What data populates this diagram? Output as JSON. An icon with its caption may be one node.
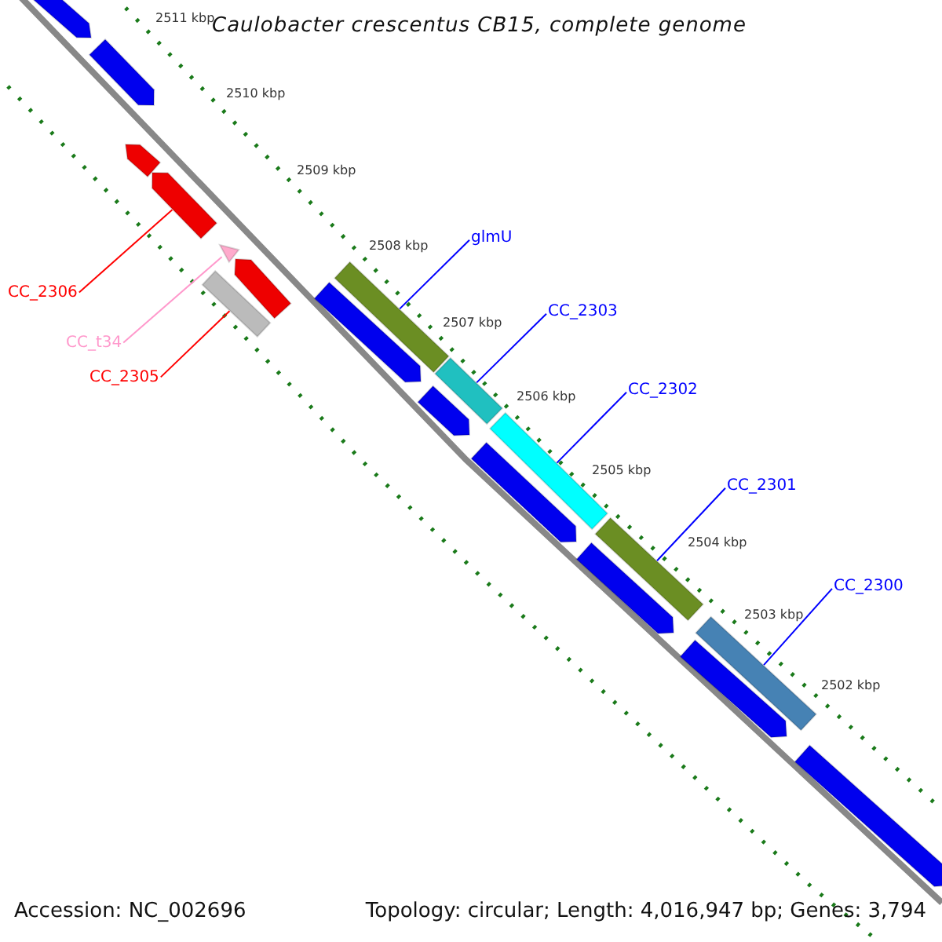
{
  "diagram": {
    "title": "Caulobacter crescentus CB15, complete genome",
    "nodes": [
      {
        "text": [
          "glmU"
        ]
      },
      {
        "text": [
          "CC_2303"
        ]
      },
      {
        "text": [
          "CC_2302"
        ]
      },
      {
        "text": [
          "CC_2301"
        ]
      },
      {
        "text": [
          "CC_2300"
        ]
      },
      {
        "text": [
          "CC_2306"
        ]
      },
      {
        "text": [
          "CC_t34"
        ]
      },
      {
        "text": [
          "CC_2305"
        ]
      },
      {
        "text": [],
        "shape": "bar"
      },
      {
        "text": [],
        "shape": "bar"
      },
      {
        "text": [],
        "shape": "bar"
      },
      {
        "text": [],
        "shape": "bar"
      },
      {
        "text": [],
        "shape": "bar"
      },
      {
        "text": [],
        "shape": "bar"
      },
      {
        "text": [],
        "shape": "bar"
      },
      {
        "text": [],
        "shape": "bar"
      }
    ],
    "edges": [
      {
        "from": 0,
        "to": 8,
        "arrow": "none"
      },
      {
        "from": 1,
        "to": 9,
        "arrow": "none"
      },
      {
        "from": 2,
        "to": 10,
        "arrow": "none"
      },
      {
        "from": 3,
        "to": 11,
        "arrow": "none"
      },
      {
        "from": 4,
        "to": 12,
        "arrow": "none"
      },
      {
        "from": 5,
        "to": 13,
        "arrow": "none",
        "color": "#ff0000"
      },
      {
        "from": 6,
        "to": 14,
        "arrow": "none",
        "color": "#ff99cc"
      },
      {
        "from": 7,
        "to": 15,
        "arrow": "none",
        "color": "#ff0000"
      }
    ],
    "labels": [
      "2511 kbp",
      "2510 kbp",
      "2509 kbp",
      "2508 kbp",
      "2507 kbp",
      "2506 kbp",
      "2505 kbp",
      "2504 kbp",
      "2503 kbp",
      "2502 kbp",
      "Accession: NC_002696",
      "Topology: circular; Length: 4,016,947 bp; Genes: 3,794"
    ]
  }
}
